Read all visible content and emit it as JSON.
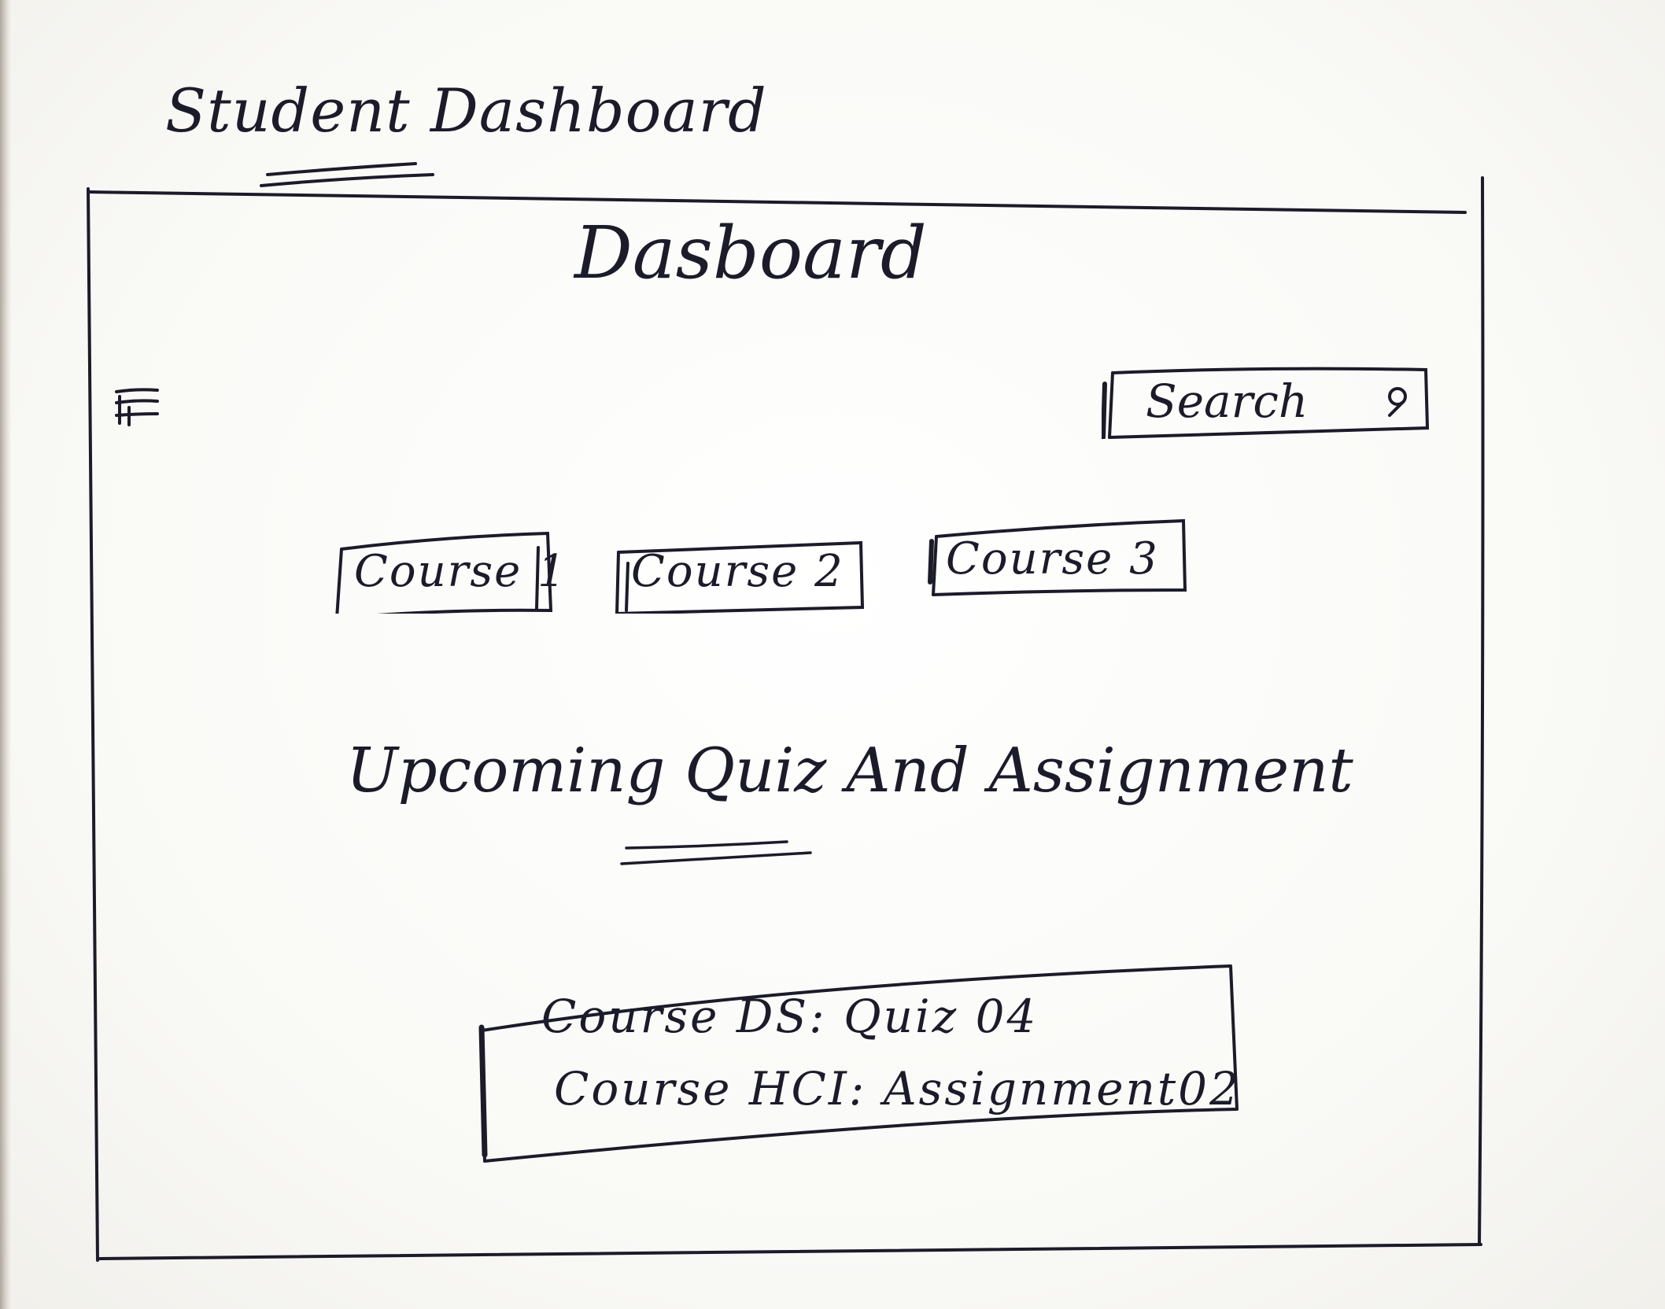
{
  "sketch_title": "Student Dashboard",
  "frame": {
    "title": "Dasboard"
  },
  "toolbar": {
    "menu_icon": "hamburger-menu-icon",
    "search": {
      "placeholder": "Search",
      "icon": "search-icon"
    }
  },
  "courses": [
    {
      "label": "Course 1"
    },
    {
      "label": "Course 2"
    },
    {
      "label": "Course 3"
    }
  ],
  "upcoming": {
    "heading": "Upcoming Quiz And Assignment",
    "items": [
      {
        "text": "Course DS: Quiz 04"
      },
      {
        "text": "Course HCI: Assignment02"
      }
    ]
  },
  "colors": {
    "ink": "#1b1b2a",
    "paper": "#fdfdfb"
  }
}
